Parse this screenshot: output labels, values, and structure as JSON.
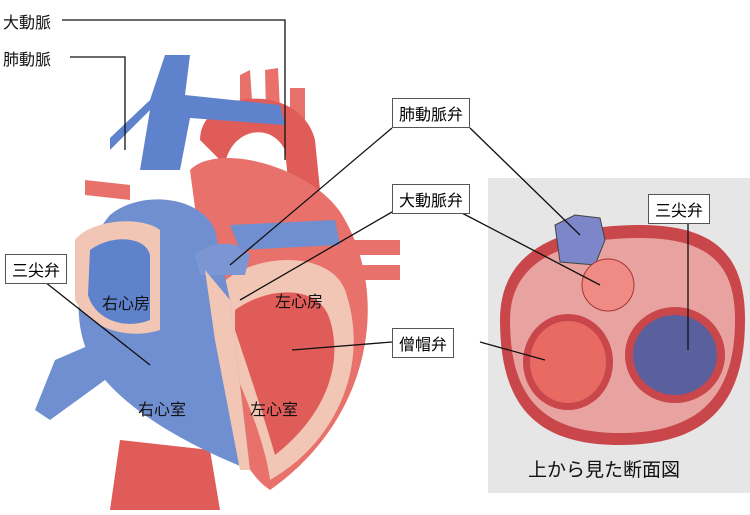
{
  "labels": {
    "aorta": "大動脈",
    "pulmonary_artery": "肺動脈",
    "pulmonary_valve": "肺動脈弁",
    "aortic_valve": "大動脈弁",
    "tricuspid_valve_left": "三尖弁",
    "tricuspid_valve_right": "三尖弁",
    "mitral_valve": "僧帽弁",
    "right_atrium": "右心房",
    "left_atrium": "左心房",
    "right_ventricle": "右心室",
    "left_ventricle": "左心室"
  },
  "panel": {
    "caption": "上から見た断面図"
  },
  "colors": {
    "red": "#e8716b",
    "blue": "#6f8fd0",
    "wall": "#f2c6b4",
    "panel": "#e6e6e6"
  }
}
